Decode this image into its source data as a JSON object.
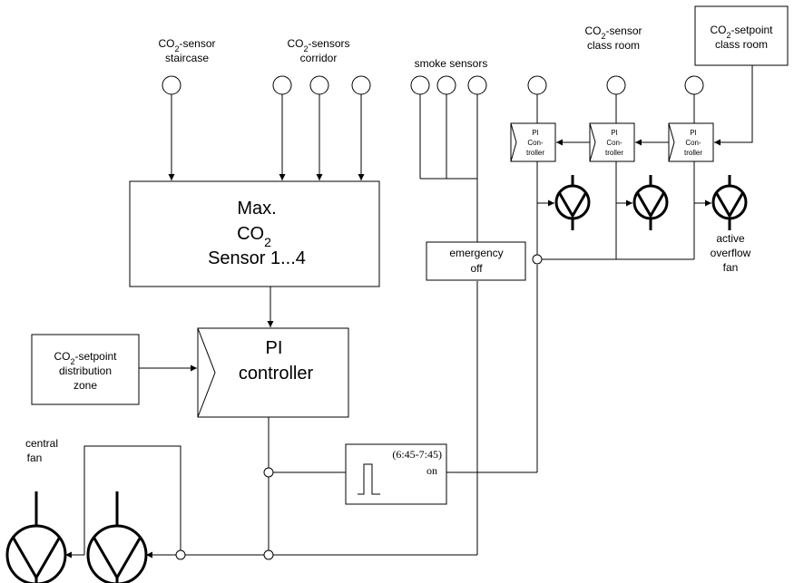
{
  "labels": {
    "co2_sensor_staircase": {
      "line1": "CO",
      "sub": "2",
      "line1_rest": "-sensor",
      "line2": "staircase"
    },
    "co2_sensors_corridor": {
      "line1": "CO",
      "sub": "2",
      "line1_rest": "-sensors",
      "line2": "corridor"
    },
    "smoke_sensors": "smoke sensors",
    "co2_sensor_class_room": {
      "line1": "CO",
      "sub": "2",
      "line1_rest": "-sensor",
      "line2": "class room"
    },
    "co2_setpoint_class_room": {
      "line1": "CO",
      "sub": "2",
      "line1_rest": "-setpoint",
      "line2": "class room"
    },
    "max_co2_box": {
      "line1": "Max.",
      "line2_main": "CO",
      "line2_sub": "2",
      "line3": "Sensor 1...4"
    },
    "pi_controller_box": {
      "line1": "PI",
      "line2": "controller"
    },
    "co2_setpoint_zone": {
      "line1": "CO",
      "sub": "2",
      "line1_rest": "-setpoint",
      "line2": "distribution",
      "line3": "zone"
    },
    "emergency_off": {
      "line1": "emergency",
      "line2": "off"
    },
    "timer_box": {
      "time": "(6:45-7:45)",
      "state": "on"
    },
    "pi_small": {
      "line1": "PI",
      "line2": "Con-",
      "line3": "troller"
    },
    "active_overflow_fan": {
      "line1": "active",
      "line2": "overflow",
      "line3": "fan"
    },
    "central_fan": {
      "line1": "central",
      "line2": "fan"
    }
  }
}
